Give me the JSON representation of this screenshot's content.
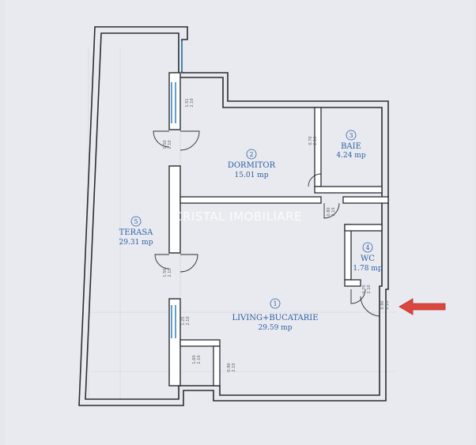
{
  "watermark": "CRISTAL IMOBILIARE",
  "rooms": [
    {
      "number": "1",
      "name": "LIVING+BUCATARIE",
      "area": "29.59 mp"
    },
    {
      "number": "2",
      "name": "DORMITOR",
      "area": "15.01 mp"
    },
    {
      "number": "3",
      "name": "BAIE",
      "area": "4.24 mp"
    },
    {
      "number": "4",
      "name": "WC",
      "area": "1.78 mp"
    },
    {
      "number": "5",
      "name": "TERASA",
      "area": "29.31 mp"
    }
  ],
  "openings": [
    {
      "w": "1.51",
      "h": "2.10"
    },
    {
      "w": "1.50",
      "h": "2.10"
    },
    {
      "w": "0.70",
      "h": "2.10"
    },
    {
      "w": "0.80",
      "h": "2.10"
    },
    {
      "w": "1.50",
      "h": "2.10"
    },
    {
      "w": "0.70",
      "h": "2.10"
    },
    {
      "w": "0.90",
      "h": "2.10"
    },
    {
      "w": "1.25",
      "h": "2.10"
    },
    {
      "w": "1.60",
      "h": "2.10"
    },
    {
      "w": "0.90",
      "h": "2.10"
    }
  ],
  "colors": {
    "wall": "#2a2d33",
    "label": "#2b5fa6",
    "window": "#3a88c4",
    "arrow": "#d9473f"
  },
  "icons": {
    "entrance": "entrance-arrow-icon"
  }
}
